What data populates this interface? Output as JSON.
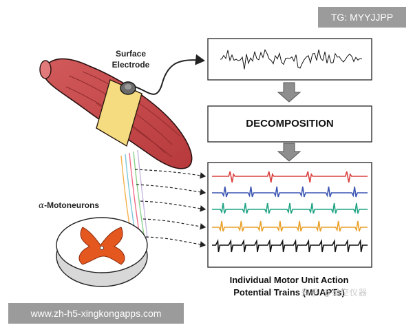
{
  "labels": {
    "surface_electrode_line1": "Surface",
    "surface_electrode_line2": "Electrode",
    "motoneurons_prefix": "α",
    "motoneurons_text": "-Motoneurons",
    "decomposition": "DECOMPOSITION",
    "muap_line1": "Individual Motor Unit Action",
    "muap_line2": "Potential Trains (MUAPTs)"
  },
  "overlays": {
    "tag_top": "TG: MYYJJPP",
    "tag_bottom": "www.zh-h5-xingkongapps.com",
    "watermark": "知乎 @星空仪器"
  },
  "trains": [
    {
      "color": "#d9413f",
      "spikes": 4
    },
    {
      "color": "#3b55b3",
      "spikes": 6
    },
    {
      "color": "#1fa383",
      "spikes": 7
    },
    {
      "color": "#e9a12b",
      "spikes": 8
    },
    {
      "color": "#111111",
      "spikes": 12
    }
  ],
  "colors": {
    "muscle": "#c8484a",
    "muscle_dark": "#a2393b",
    "band": "#f5dc80",
    "gray_matter": "#e4581f",
    "arrow": "#8e8e8e"
  }
}
